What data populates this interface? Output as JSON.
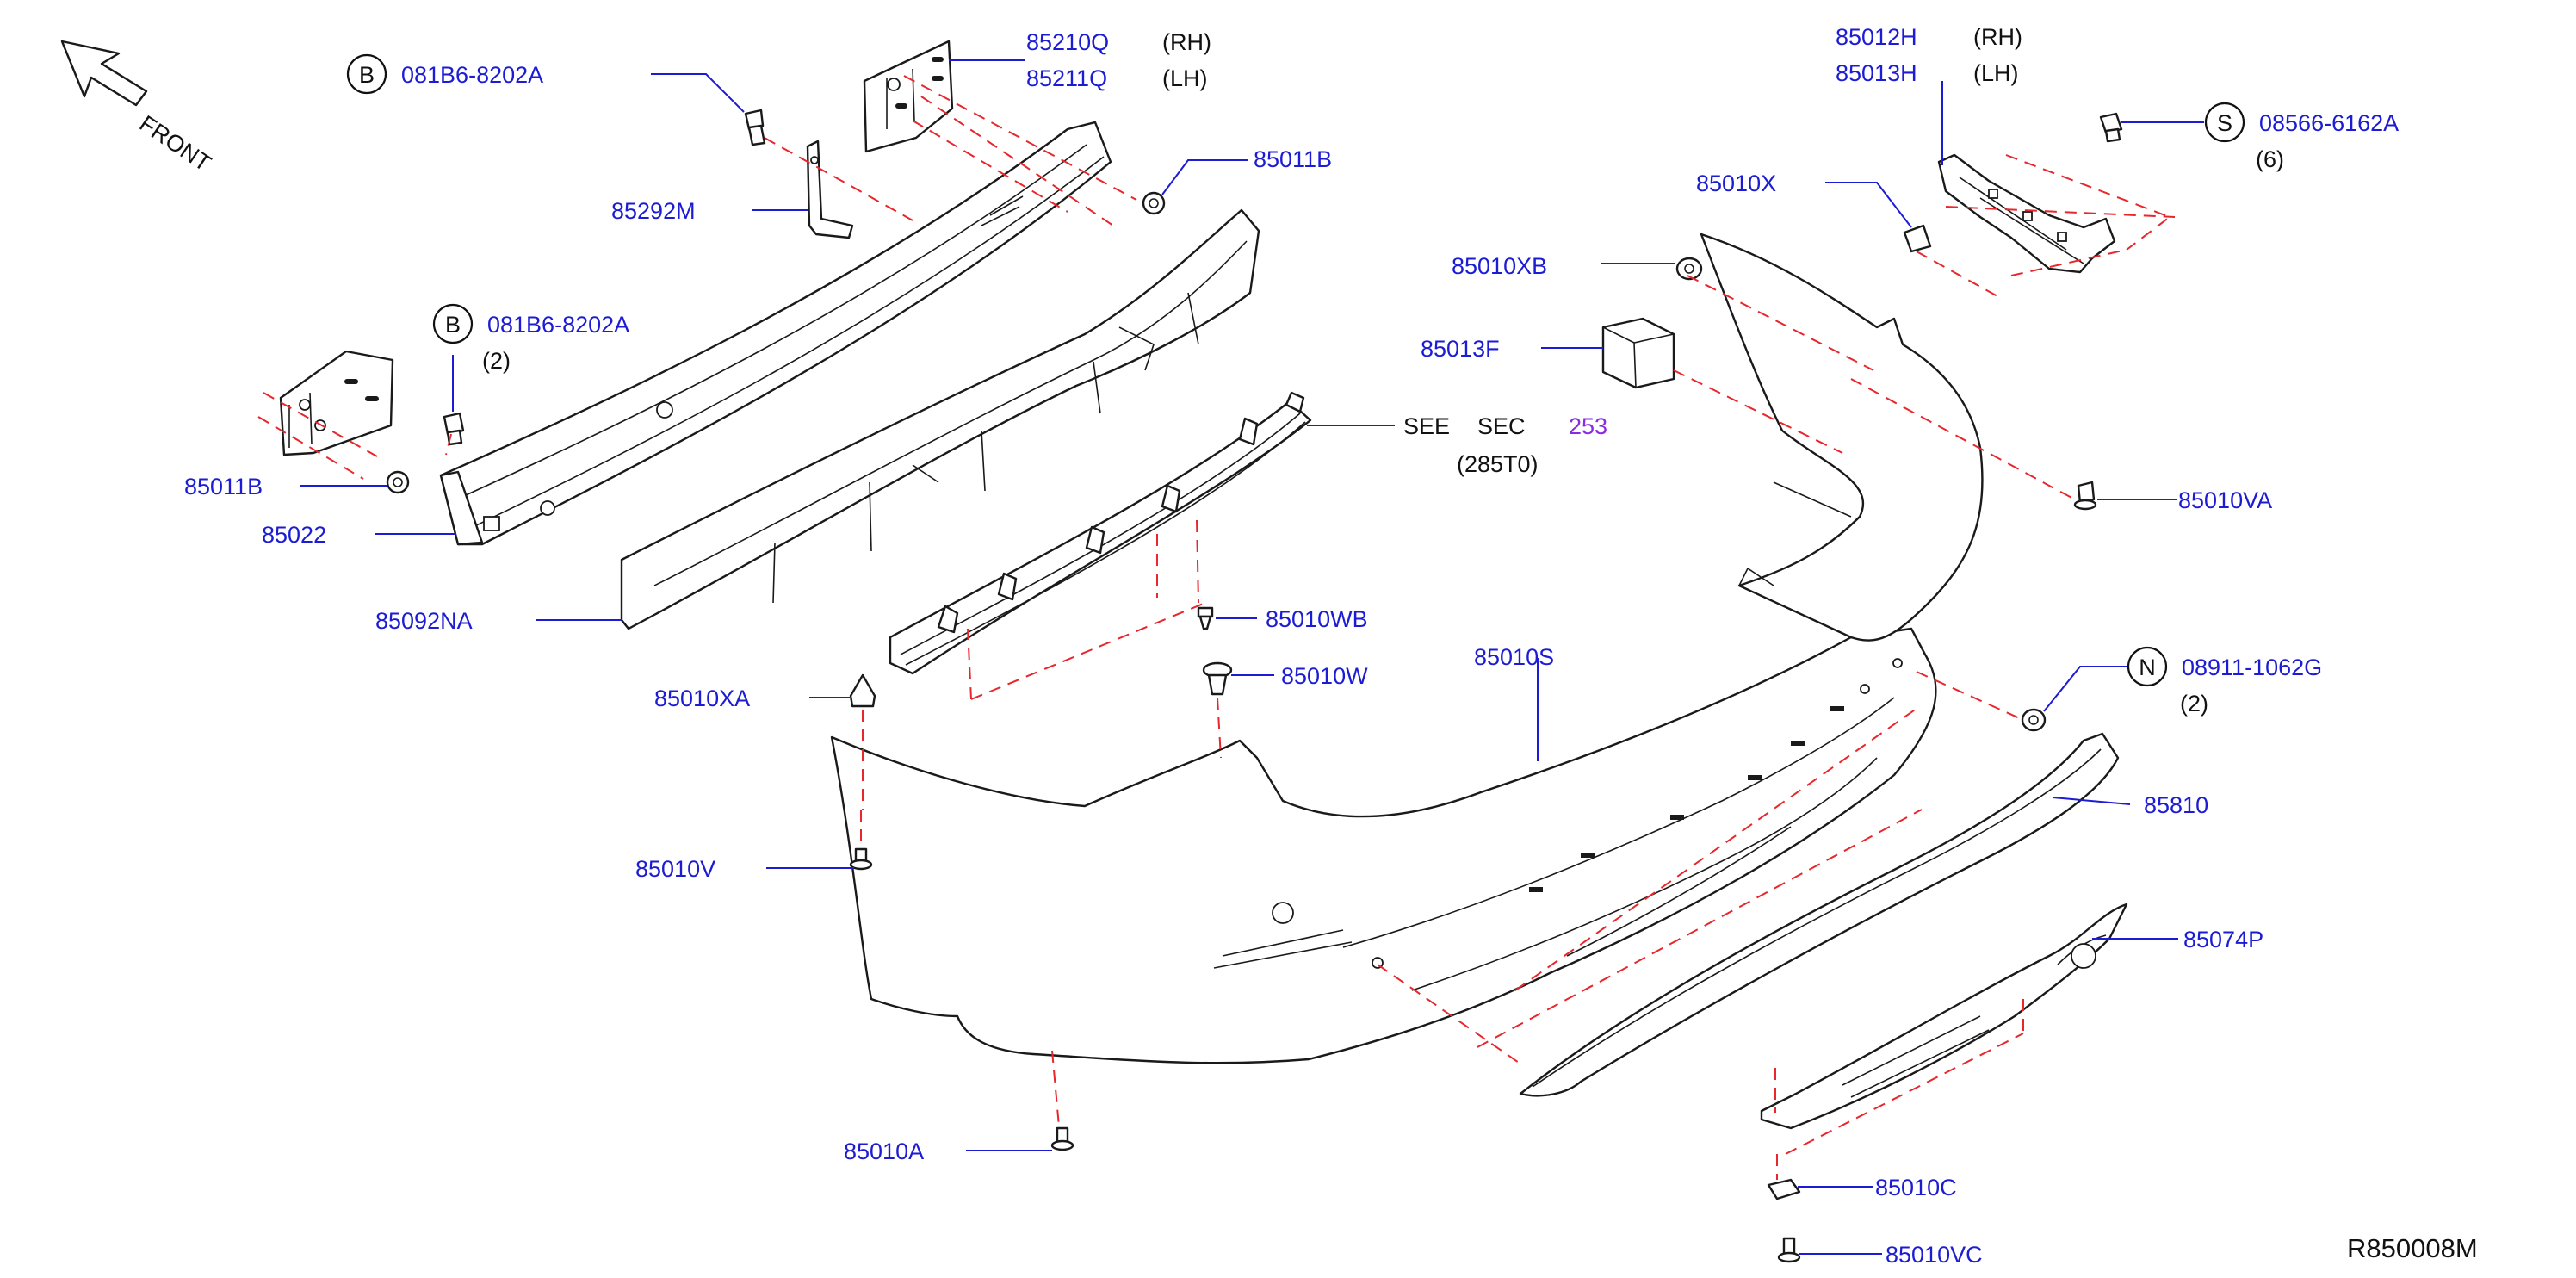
{
  "diagram": {
    "front_label": "FRONT",
    "drawing_code": "R850008M",
    "callouts": {
      "b_bolt_top": {
        "badge": "B",
        "part": "081B6-8202A"
      },
      "bracket_rh": {
        "part": "85210Q",
        "side": "(RH)"
      },
      "bracket_lh": {
        "part": "85211Q",
        "side": "(LH)"
      },
      "clip_85011b_top": {
        "part": "85011B"
      },
      "bracket_85292m": {
        "part": "85292M"
      },
      "b_bolt_left": {
        "badge": "B",
        "part": "081B6-8202A",
        "qty": "(2)"
      },
      "clip_85011b_left": {
        "part": "85011B"
      },
      "reinforcement": {
        "part": "85022"
      },
      "absorber": {
        "part": "85092NA"
      },
      "see_sec": {
        "w1": "SEE",
        "w2": "SEC",
        "sec": "253",
        "code": "(285T0)"
      },
      "clip_xa": {
        "part": "85010XA"
      },
      "clip_wb": {
        "part": "85010WB"
      },
      "clip_w": {
        "part": "85010W"
      },
      "screw_v": {
        "part": "85010V"
      },
      "screw_a": {
        "part": "85010A"
      },
      "side_bracket_rh": {
        "part": "85012H",
        "side": "(RH)"
      },
      "side_bracket_lh": {
        "part": "85013H",
        "side": "(LH)"
      },
      "s_screw": {
        "badge": "S",
        "part": "08566-6162A",
        "qty": "(6)"
      },
      "clip_x": {
        "part": "85010X"
      },
      "clip_xb": {
        "part": "85010XB"
      },
      "block_85013f": {
        "part": "85013F"
      },
      "screw_va": {
        "part": "85010VA"
      },
      "fascia": {
        "part": "85010S"
      },
      "n_nut": {
        "badge": "N",
        "part": "08911-1062G",
        "qty": "(2)"
      },
      "lower_panel": {
        "part": "85810"
      },
      "lower_bracket": {
        "part": "85074P"
      },
      "clip_c": {
        "part": "85010C"
      },
      "screw_vc": {
        "part": "85010VC"
      }
    },
    "colors": {
      "part_number": "#1c1cd4",
      "section_ref": "#8a2be2",
      "assembly_line": "#e8262b",
      "outline": "#1a1a1a"
    }
  }
}
